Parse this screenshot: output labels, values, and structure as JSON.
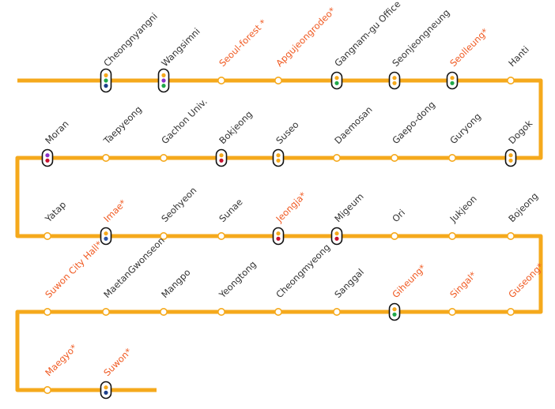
{
  "line_color": "#F5A91C",
  "highlight_text_color": "#F05A22",
  "normal_text_color": "#333333",
  "transfer_dot_colors": {
    "yellow": "#F5A91C",
    "green": "#1FA84A",
    "blue": "#2D55A5",
    "purple": "#8B2FC9",
    "red": "#C8102E",
    "navy": "#1B3E8A"
  },
  "rows": [
    {
      "direction": "right",
      "stations": [
        {
          "name": "Cheongnyangni",
          "highlight": false,
          "transfer": [
            "yellow",
            "green",
            "navy"
          ]
        },
        {
          "name": "Wangsimni",
          "highlight": false,
          "transfer": [
            "yellow",
            "purple",
            "green"
          ]
        },
        {
          "name": "Seoul-forest *",
          "highlight": true,
          "transfer": []
        },
        {
          "name": "Apgujeongrodeo*",
          "highlight": true,
          "transfer": []
        },
        {
          "name": "Gangnam-gu Office",
          "highlight": false,
          "transfer": [
            "yellow",
            "green"
          ]
        },
        {
          "name": "Seonjeongneung",
          "highlight": false,
          "transfer": [
            "yellow",
            "yellow"
          ]
        },
        {
          "name": "Seolleung*",
          "highlight": true,
          "transfer": [
            "yellow",
            "green"
          ]
        },
        {
          "name": "Hanti",
          "highlight": false,
          "transfer": []
        }
      ]
    },
    {
      "direction": "left",
      "stations": [
        {
          "name": "Moran",
          "highlight": false,
          "transfer": [
            "purple",
            "red"
          ]
        },
        {
          "name": "Taepyeong",
          "highlight": false,
          "transfer": []
        },
        {
          "name": "Gachon Univ.",
          "highlight": false,
          "transfer": []
        },
        {
          "name": "Bokjeong",
          "highlight": false,
          "transfer": [
            "yellow",
            "red"
          ]
        },
        {
          "name": "Suseo",
          "highlight": false,
          "transfer": [
            "yellow",
            "yellow"
          ]
        },
        {
          "name": "Daemosan",
          "highlight": false,
          "transfer": []
        },
        {
          "name": "Gaepo-dong",
          "highlight": false,
          "transfer": []
        },
        {
          "name": "Guryong",
          "highlight": false,
          "transfer": []
        },
        {
          "name": "Dogok",
          "highlight": false,
          "transfer": [
            "yellow",
            "yellow"
          ]
        }
      ]
    },
    {
      "direction": "right",
      "stations": [
        {
          "name": "Yatap",
          "highlight": false,
          "transfer": []
        },
        {
          "name": "Imae*",
          "highlight": true,
          "transfer": [
            "yellow",
            "blue"
          ]
        },
        {
          "name": "Seohyeon",
          "highlight": false,
          "transfer": []
        },
        {
          "name": "Sunae",
          "highlight": false,
          "transfer": []
        },
        {
          "name": "Jeongja*",
          "highlight": true,
          "transfer": [
            "yellow",
            "red"
          ]
        },
        {
          "name": "Migeum",
          "highlight": false,
          "transfer": [
            "yellow",
            "red"
          ]
        },
        {
          "name": "Ori",
          "highlight": false,
          "transfer": []
        },
        {
          "name": "Jukjeon",
          "highlight": false,
          "transfer": []
        },
        {
          "name": "Bojeong",
          "highlight": false,
          "transfer": []
        }
      ]
    },
    {
      "direction": "left",
      "stations": [
        {
          "name": "Suwon City Hall*",
          "highlight": true,
          "transfer": []
        },
        {
          "name": "MaetanGwonseon",
          "highlight": false,
          "transfer": []
        },
        {
          "name": "Mangpo",
          "highlight": false,
          "transfer": []
        },
        {
          "name": "Yeongtong",
          "highlight": false,
          "transfer": []
        },
        {
          "name": "Cheongmyeong",
          "highlight": false,
          "transfer": []
        },
        {
          "name": "Sanggal",
          "highlight": false,
          "transfer": []
        },
        {
          "name": "Giheung*",
          "highlight": true,
          "transfer": [
            "yellow",
            "green"
          ]
        },
        {
          "name": "Singal*",
          "highlight": true,
          "transfer": []
        },
        {
          "name": "Guseong*",
          "highlight": true,
          "transfer": []
        }
      ]
    },
    {
      "direction": "right",
      "stations": [
        {
          "name": "Maegyo*",
          "highlight": true,
          "transfer": []
        },
        {
          "name": "Suwon*",
          "highlight": true,
          "transfer": [
            "yellow",
            "navy"
          ]
        }
      ]
    }
  ]
}
